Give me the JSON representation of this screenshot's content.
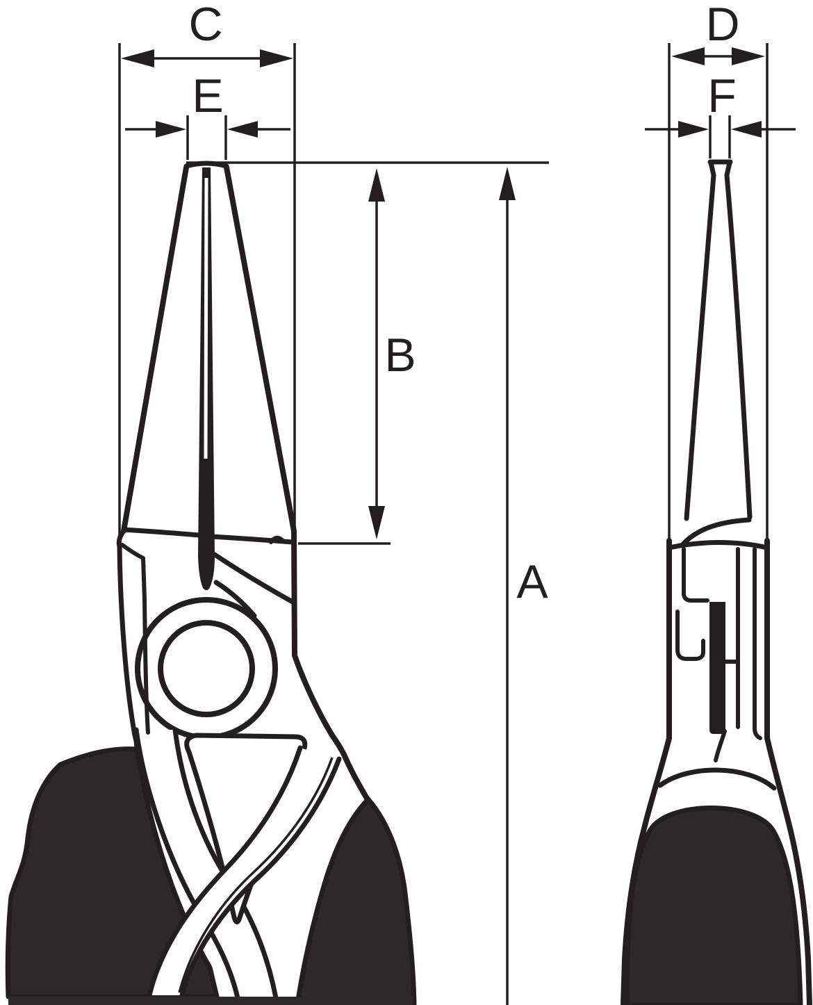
{
  "diagram": {
    "labels": {
      "A": "A",
      "B": "B",
      "C": "C",
      "D": "D",
      "E": "E",
      "F": "F"
    },
    "colors": {
      "line": "#231f20",
      "background": "#ffffff",
      "grip": "#2b2929"
    }
  }
}
